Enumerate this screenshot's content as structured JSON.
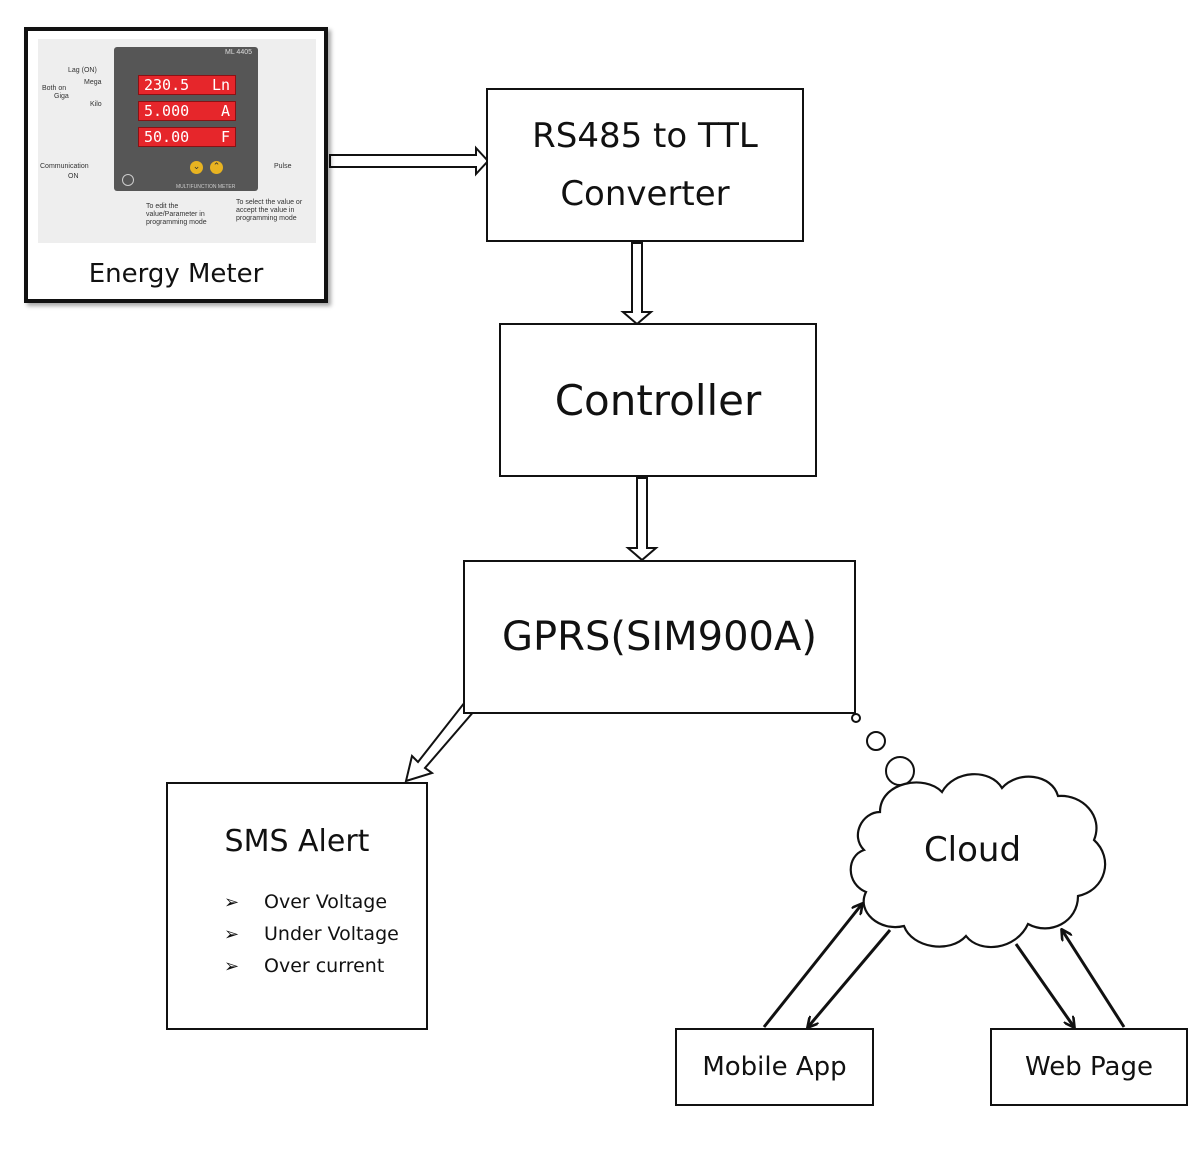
{
  "energy_meter": {
    "caption": "Energy Meter",
    "model": "ML 4405",
    "display_rows": [
      {
        "value": "230.5",
        "unit": "Ln"
      },
      {
        "value": "5.000",
        "unit": "A"
      },
      {
        "value": "50.00",
        "unit": "F"
      }
    ],
    "panel_label": "MULTIFUNCTION METER",
    "annotations": {
      "lag": "Lag (ON)",
      "mega": "Mega",
      "both_on": "Both on",
      "giga": "Giga",
      "kilo": "Kilo",
      "communication": "Communication",
      "on": "ON",
      "pulse": "Pulse",
      "edit": "To edit the value/Parameter in programming mode",
      "select": "To select the value or accept the value in programming mode"
    }
  },
  "blocks": {
    "rs485": {
      "line1": "RS485 to TTL",
      "line2": "Converter"
    },
    "controller": "Controller",
    "gprs": "GPRS(SIM900A)",
    "cloud": "Cloud",
    "mobile_app": "Mobile App",
    "web_page": "Web Page"
  },
  "sms_alert": {
    "title": "SMS Alert",
    "items": [
      "Over Voltage",
      "Under Voltage",
      "Over current"
    ]
  }
}
